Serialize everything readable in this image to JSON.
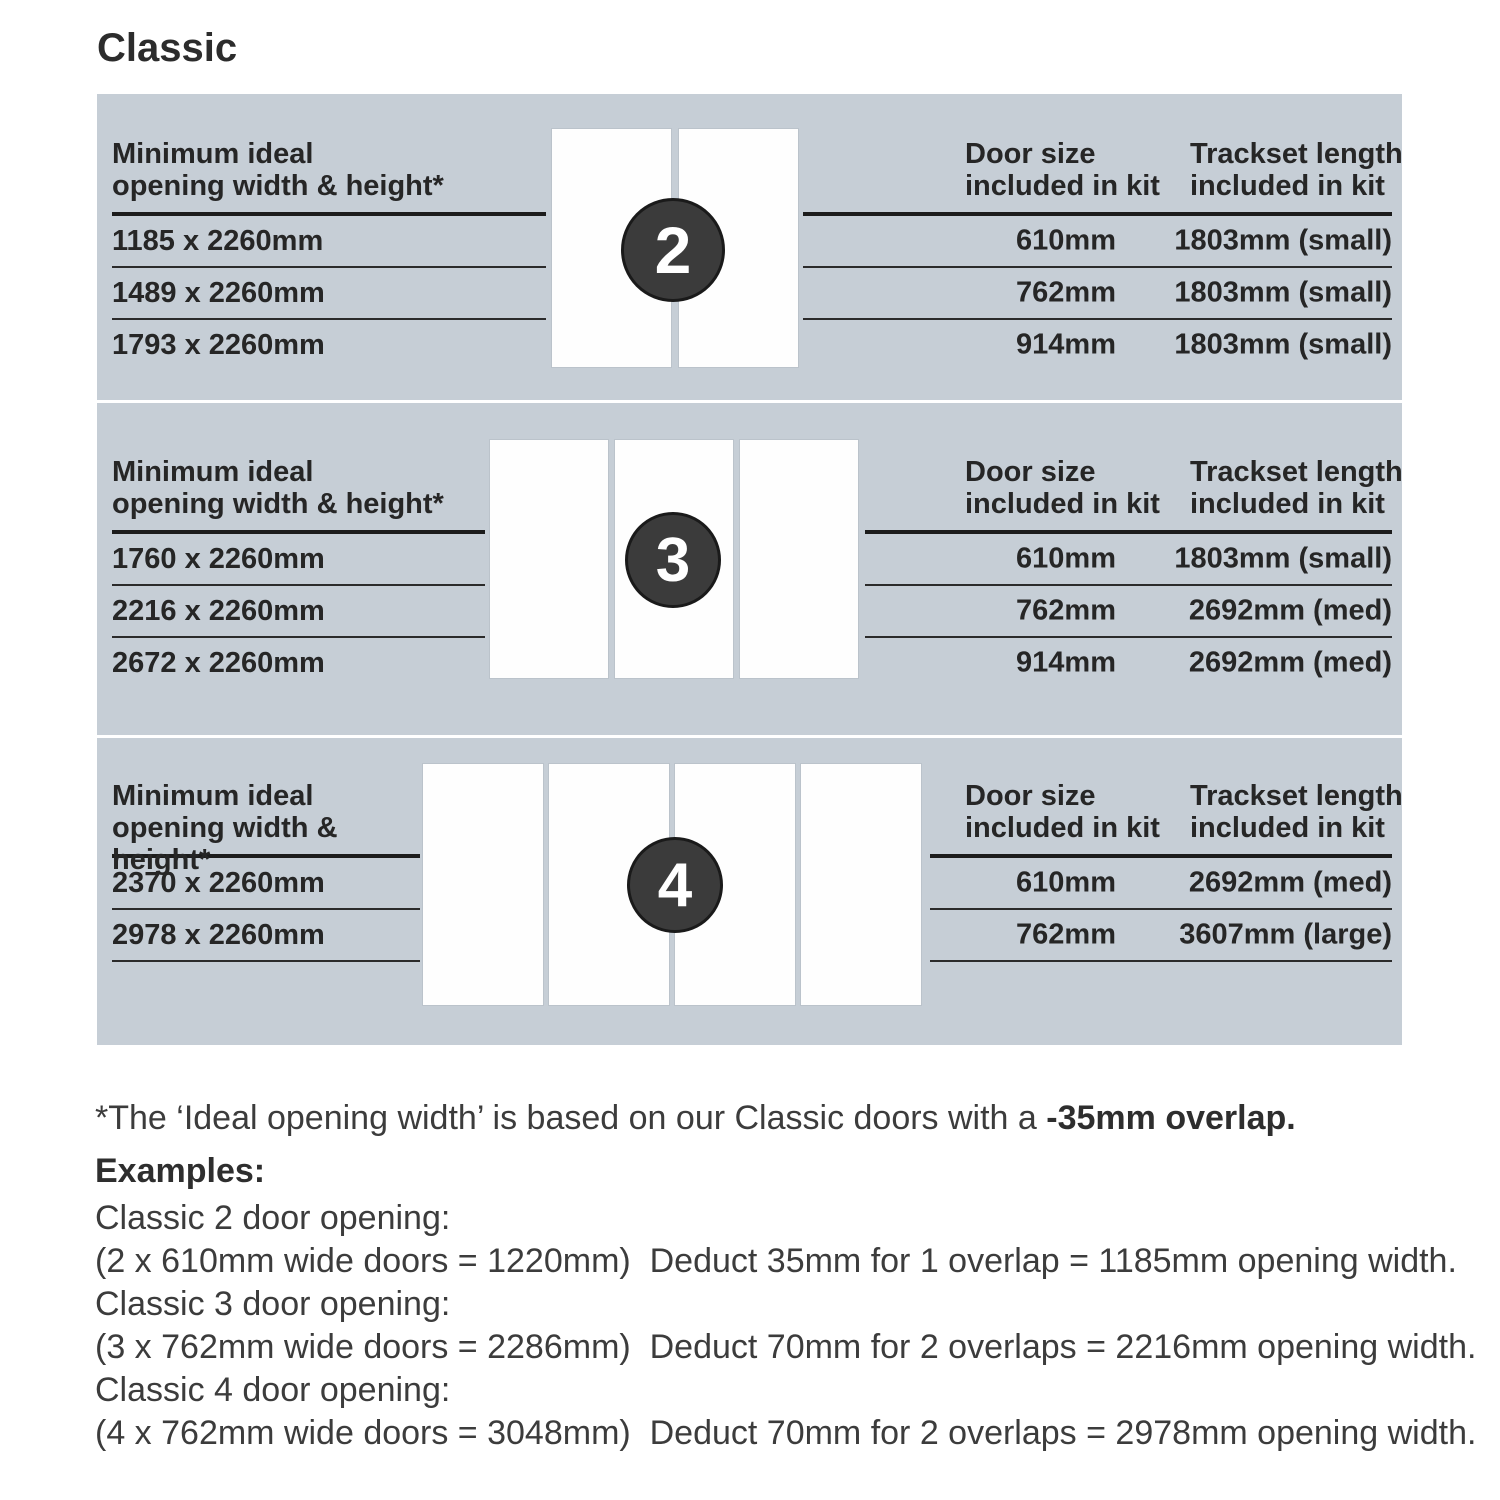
{
  "title": "Classic",
  "left_header": {
    "line1": "Minimum ideal",
    "line2": "opening width & height*"
  },
  "right_header": {
    "col1_line1": "Door size",
    "col1_line2": "included in kit",
    "col2_line1": "Trackset length",
    "col2_line2": "included in kit"
  },
  "panels": [
    {
      "door_count": "2",
      "rows": [
        {
          "opening": "1185 x 2260mm",
          "door_size": "610mm",
          "trackset": "1803mm (small)"
        },
        {
          "opening": "1489 x 2260mm",
          "door_size": "762mm",
          "trackset": "1803mm (small)"
        },
        {
          "opening": "1793 x 2260mm",
          "door_size": "914mm",
          "trackset": "1803mm (small)"
        }
      ]
    },
    {
      "door_count": "3",
      "rows": [
        {
          "opening": "1760 x 2260mm",
          "door_size": "610mm",
          "trackset": "1803mm (small)"
        },
        {
          "opening": "2216 x 2260mm",
          "door_size": "762mm",
          "trackset": "2692mm (med)"
        },
        {
          "opening": "2672 x 2260mm",
          "door_size": "914mm",
          "trackset": "2692mm (med)"
        }
      ]
    },
    {
      "door_count": "4",
      "rows": [
        {
          "opening": "2370 x 2260mm",
          "door_size": "610mm",
          "trackset": "2692mm (med)"
        },
        {
          "opening": "2978 x 2260mm",
          "door_size": "762mm",
          "trackset": "3607mm (large)"
        }
      ]
    }
  ],
  "footnote": {
    "text": "*The ‘Ideal opening width’ is based on our Classic doors with a ",
    "bold": "-35mm overlap."
  },
  "examples": {
    "heading": "Examples:",
    "lines": [
      "Classic 2 door opening:",
      "(2 x 610mm wide doors = 1220mm)  Deduct 35mm for 1 overlap = 1185mm opening width.",
      "Classic 3 door opening:",
      "(3 x 762mm wide doors = 2286mm)  Deduct 70mm for 2 overlaps = 2216mm opening width.",
      "Classic 4 door opening:",
      "(4 x 762mm wide doors = 3048mm)  Deduct 70mm for 2 overlaps = 2978mm opening width."
    ]
  },
  "colors": {
    "panel_bg": "#c6ced6",
    "badge_bg": "#3b3b3b",
    "text": "#2a2a2a"
  }
}
